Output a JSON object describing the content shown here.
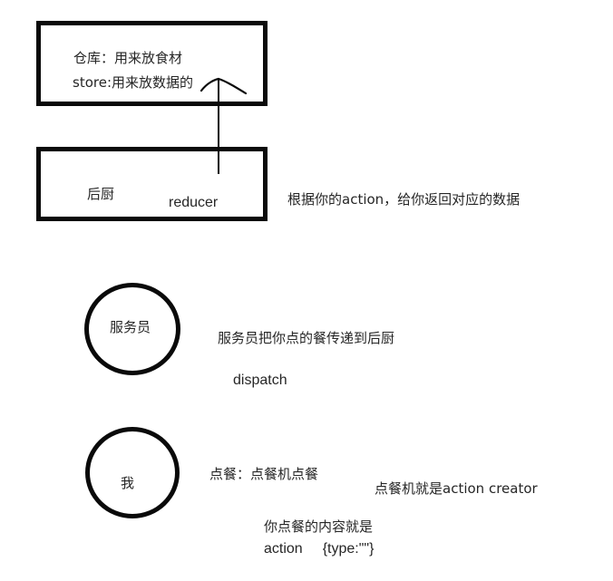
{
  "diagram": {
    "title_text": "",
    "background_color": "#ffffff",
    "stroke_color": "#0a0a0a",
    "text_color": "#262626",
    "store_box": {
      "line1": "仓库：用来放食材",
      "line2": "store:用来放数据的"
    },
    "reducer_box": {
      "kitchen_label": "后厨",
      "reducer_label": "reducer"
    },
    "reducer_note": "根据你的action，给你返回对应的数据",
    "waiter_circle": {
      "label": "服务员"
    },
    "waiter_note": "服务员把你点的餐传递到后厨",
    "dispatch_label": "dispatch",
    "me_circle": {
      "label": "我"
    },
    "order_note": "点餐：点餐机点餐",
    "action_creator_note": "点餐机就是action creator",
    "action_note_line1": "你点餐的内容就是",
    "action_note_line2_left": "action",
    "action_note_line2_right": "{type:\"\"}"
  }
}
